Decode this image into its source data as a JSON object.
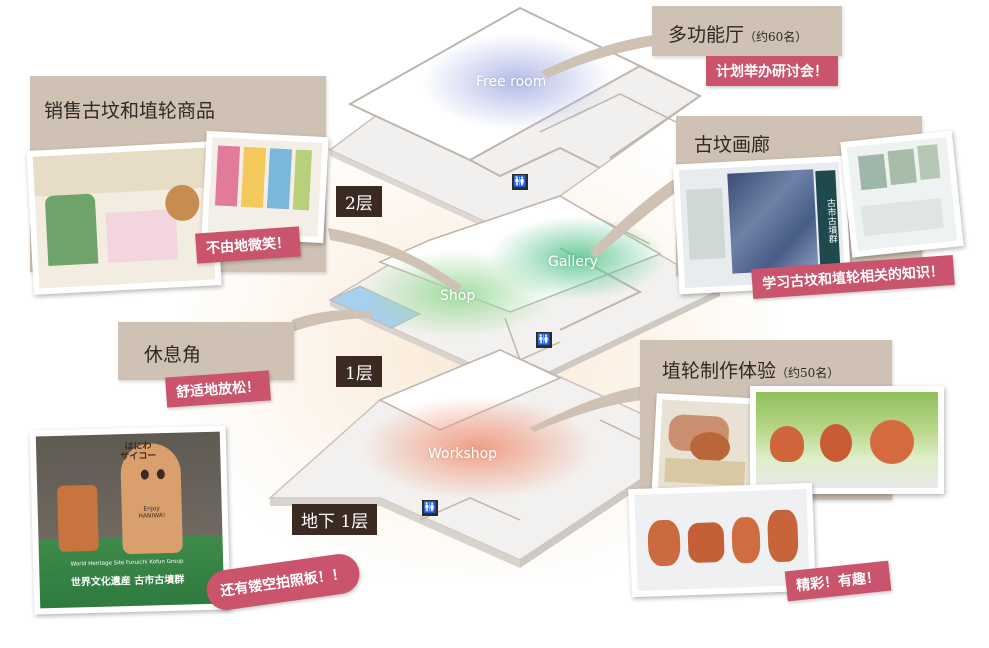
{
  "rooms": {
    "free_room": "Free room",
    "gallery": "Gallery",
    "shop": "Shop",
    "workshop": "Workshop"
  },
  "floors": {
    "floor2": "2层",
    "floor1": "1层",
    "basement": "地下 1层"
  },
  "callouts": {
    "free_room": {
      "title": "多功能厅",
      "capacity": "（约60名）",
      "badge": "计划举办研讨会！"
    },
    "gallery": {
      "title": "古坟画廊",
      "badge": "学习古坟和埴轮相关的知识！"
    },
    "shop": {
      "title": "销售古坟和埴轮商品",
      "badge": "不由地微笑！"
    },
    "rest": {
      "title": "休息角",
      "badge": "舒适地放松！"
    },
    "workshop": {
      "title": "埴轮制作体验",
      "capacity": "（约50名）",
      "badge": "精彩！有趣！"
    },
    "panel": {
      "badge": "还有镂空拍照板！！"
    }
  },
  "photo_text": {
    "panel_top": "はにわ\nサイコー",
    "panel_enjoy": "Enjoy\nHANIWA!",
    "panel_site_en": "World Heritage Site   Furuichi Kofun Group",
    "panel_site_jp": "世界文化遺産  古市古墳群",
    "gallery_sign": "古市古墳群"
  },
  "colors": {
    "badge": "#c9546b",
    "panel": "#cfc1b3",
    "floor_tag": "#3b2a22",
    "free_room_glow": "#b7bfe8",
    "gallery_glow": "#7fd3a6",
    "shop_glow": "#a9dfa9",
    "workshop_glow": "#f2a48c",
    "rest_area": "#a6cdee"
  },
  "icons": [
    "restroom-icon"
  ]
}
